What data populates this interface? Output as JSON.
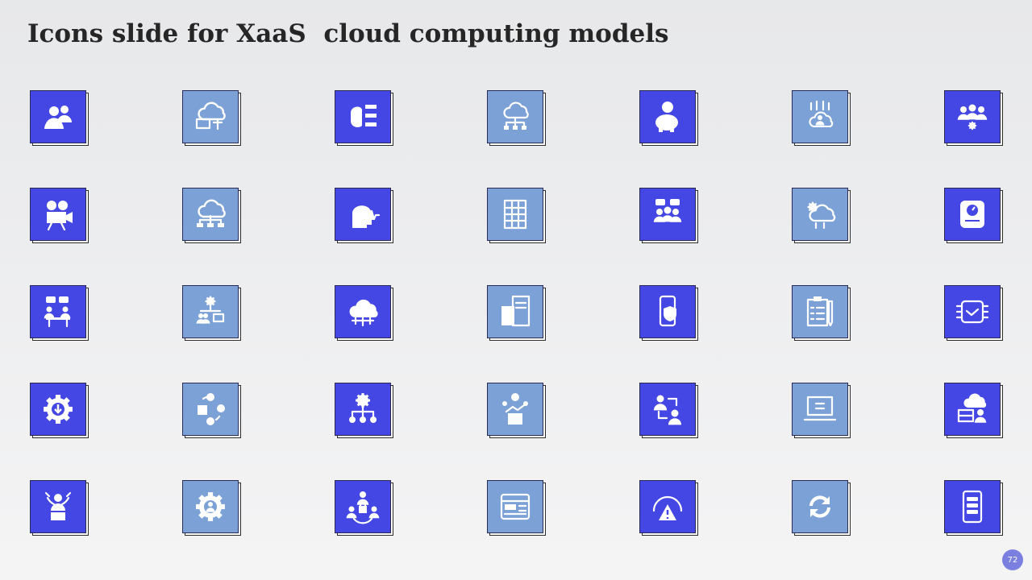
{
  "slide": {
    "title": "Icons slide for XaaS  cloud computing models",
    "page_number": "72"
  },
  "colors": {
    "dark_tile": "#4447e3",
    "light_tile": "#7ba1d6",
    "icon": "#ffffff",
    "page_badge": "#7b7fe0"
  },
  "icons": [
    {
      "name": "users-icon",
      "variant": "dark"
    },
    {
      "name": "cloud-code-scale-icon",
      "variant": "light"
    },
    {
      "name": "brain-network-icon",
      "variant": "dark"
    },
    {
      "name": "cloud-hierarchy-icon",
      "variant": "light"
    },
    {
      "name": "piggy-bank-dollar-icon",
      "variant": "dark"
    },
    {
      "name": "cloud-user-network-icon",
      "variant": "light"
    },
    {
      "name": "team-check-icon",
      "variant": "dark"
    },
    {
      "name": "video-camera-icon",
      "variant": "dark"
    },
    {
      "name": "cloud-network-icon",
      "variant": "light"
    },
    {
      "name": "head-pulse-icon",
      "variant": "dark"
    },
    {
      "name": "server-grid-icon",
      "variant": "light"
    },
    {
      "name": "group-chat-icon",
      "variant": "dark"
    },
    {
      "name": "cloud-gear-transfer-icon",
      "variant": "light"
    },
    {
      "name": "weighing-scale-icon",
      "variant": "dark"
    },
    {
      "name": "meeting-discussion-icon",
      "variant": "dark"
    },
    {
      "name": "gear-people-code-icon",
      "variant": "light"
    },
    {
      "name": "cloud-gear-circuit-icon",
      "variant": "dark"
    },
    {
      "name": "calculator-invoice-icon",
      "variant": "light"
    },
    {
      "name": "mobile-security-icon",
      "variant": "dark"
    },
    {
      "name": "checklist-pencil-icon",
      "variant": "light"
    },
    {
      "name": "handshake-chip-icon",
      "variant": "dark"
    },
    {
      "name": "gear-download-icon",
      "variant": "dark"
    },
    {
      "name": "feedback-cycle-icon",
      "variant": "light"
    },
    {
      "name": "gear-dollar-hierarchy-icon",
      "variant": "dark"
    },
    {
      "name": "building-finance-icon",
      "variant": "light"
    },
    {
      "name": "user-exchange-icon",
      "variant": "dark"
    },
    {
      "name": "laptop-calculator-icon",
      "variant": "light"
    },
    {
      "name": "cloud-server-user-icon",
      "variant": "dark"
    },
    {
      "name": "stressed-person-icon",
      "variant": "dark"
    },
    {
      "name": "gear-user-icon",
      "variant": "light"
    },
    {
      "name": "team-lock-icon",
      "variant": "dark"
    },
    {
      "name": "browser-window-icon",
      "variant": "light"
    },
    {
      "name": "gauge-warning-icon",
      "variant": "dark"
    },
    {
      "name": "sync-arrows-icon",
      "variant": "light"
    },
    {
      "name": "tablet-database-icon",
      "variant": "dark"
    }
  ]
}
